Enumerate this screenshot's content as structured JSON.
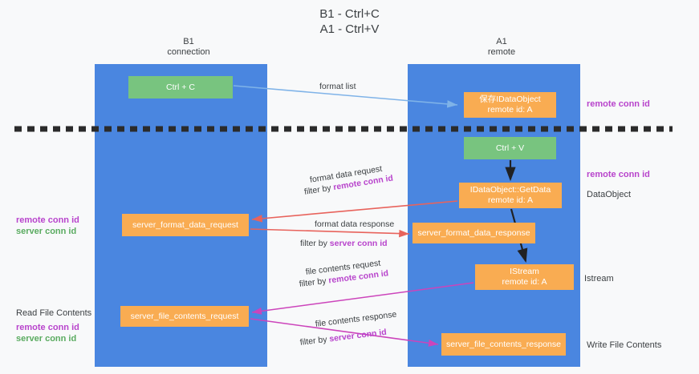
{
  "title": "B1 - Ctrl+C\nA1 - Ctrl+V",
  "columns": {
    "left": {
      "header": "B1\nconnection"
    },
    "right": {
      "header": "A1\nremote"
    }
  },
  "nodes": {
    "ctrl_c": {
      "label": "Ctrl + C",
      "color": "#78c47f"
    },
    "save_idataobject": {
      "label": "保存IDataObject\nremote id: A",
      "color": "#f9ac52"
    },
    "ctrl_v": {
      "label": "Ctrl + V",
      "color": "#78c47f"
    },
    "getdata": {
      "label": "IDataObject::GetData\nremote id: A",
      "color": "#f9ac52"
    },
    "server_format_data_request": {
      "label": "server_format_data_request",
      "color": "#f9ac52"
    },
    "server_format_data_response": {
      "label": "server_format_data_response",
      "color": "#f9ac52"
    },
    "istream": {
      "label": "IStream\nremote id: A",
      "color": "#f9ac52"
    },
    "server_file_contents_request": {
      "label": "server_file_contents_request",
      "color": "#f9ac52"
    },
    "server_file_contents_response": {
      "label": "server_file_contents_response",
      "color": "#f9ac52"
    }
  },
  "edges": {
    "format_list": "format list",
    "format_data_request": "format data request",
    "format_data_request_filter_prefix": "filter by ",
    "format_data_request_filter_key": "remote conn id",
    "format_data_response": "format data response",
    "format_data_response_filter_prefix": "filter by ",
    "format_data_response_filter_key": "server conn id",
    "file_contents_request": "file contents request",
    "file_contents_request_filter_prefix": "filter by ",
    "file_contents_request_filter_key": "remote conn id",
    "file_contents_response": "file contents response",
    "file_contents_response_filter_prefix": "filter by ",
    "file_contents_response_filter_key": "server conn id"
  },
  "annotations": {
    "right": {
      "remote_conn_id_top": "remote conn id",
      "remote_conn_id_mid": "remote conn id",
      "data_object": "DataObject",
      "istream": "Istream",
      "write_file_contents": "Write File Contents"
    },
    "left": {
      "mid_remote_conn_id": "remote conn id",
      "mid_server_conn_id": "server conn id",
      "read_file_contents": "Read File Contents",
      "bottom_remote_conn_id": "remote conn id",
      "bottom_server_conn_id": "server conn id"
    }
  },
  "colors": {
    "lane": "#4a86e0",
    "green_node": "#78c47f",
    "orange_node": "#f9ac52",
    "purple_text": "#b844cc",
    "green_text": "#5aab60",
    "red_arrow": "#e8635c",
    "magenta_arrow": "#c councillor",
    "blue_arrow": "#7fb3e8",
    "black_arrow": "#202124",
    "background": "#f8f9fa",
    "divider": "#2b2b2b"
  }
}
